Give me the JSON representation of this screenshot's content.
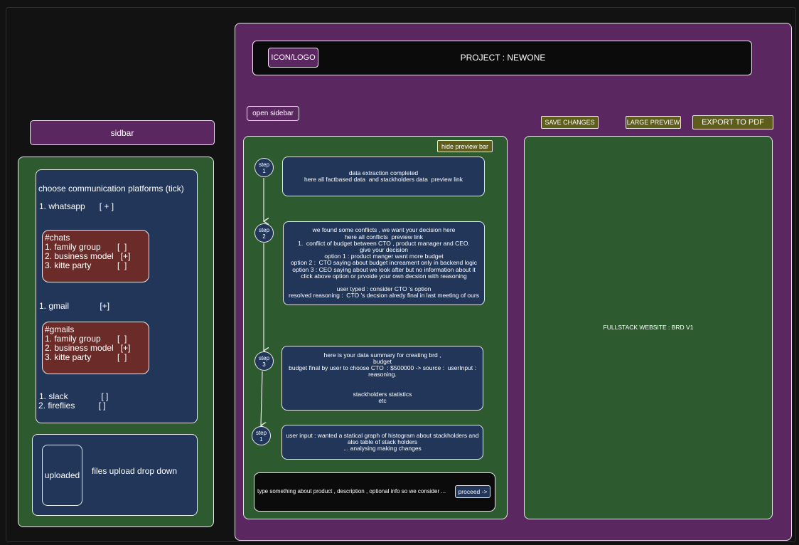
{
  "sidebar": {
    "title": "sidbar",
    "platforms_title": "choose communication platforms (tick)",
    "whatsapp": "1. whatsapp      [ + ]",
    "chats": {
      "header": "#chats",
      "items": [
        "1. family group       [  ]",
        "2. business model   [+]",
        "3. kitte party           [  ]"
      ]
    },
    "gmail": "1. gmail             [+]",
    "gmails": {
      "header": "#gmails",
      "items": [
        "1. family group       [  ]",
        "2. business model   [+]",
        "3. kitte party           [  ]"
      ]
    },
    "slack": "1. slack              [ ]",
    "fireflies": "2. fireflies          [ ]",
    "uploaded_label": "uploaded",
    "upload_text": "files upload  drop down"
  },
  "header": {
    "logo_label": "ICON/LOGO",
    "project_title": "PROJECT : NEWONE"
  },
  "toolbar": {
    "open_sidebar": "open sidebar",
    "save_changes": "SAVE CHANGES",
    "large_preview": "LARGE PREVIEW",
    "export_pdf": "EXPORT TO PDF"
  },
  "workflow": {
    "hide_preview": "hide preview bar",
    "steps": [
      {
        "badge": "step\n1",
        "lines": [
          "data extraction completed",
          "here all factbased data  and stackholders data  preview link"
        ]
      },
      {
        "badge": "step\n2",
        "lines": [
          "we found some conflicts , we want your decision here",
          "here all conflicts  preview link",
          "1.  conflict of budget between CTO , product manager and CEO.",
          "give your decision",
          "option 1 : product manger want more budget",
          "option 2 :  CTO saying about budget increament only in backend logic",
          "option 3 : CEO saying about we look after but no information about it",
          "click above option or prvoide your own decsion with reasoning",
          "",
          "user typed : consider CTO 's option",
          "resolved reasoning :  CTO 's decsion alredy final in last meeting of ours"
        ]
      },
      {
        "badge": "step\n3",
        "lines": [
          "here is your data summary for creating brd ,",
          "budget",
          "budget final by user to choose CTO  : $500000 -> source :  userInput :",
          "reasoning.",
          "",
          "",
          "stackholders statistics",
          "etc"
        ]
      },
      {
        "badge": "step\n1",
        "lines": [
          "user input : wanted a statical graph of histogram about stackholders and",
          "also table of stack holders",
          "... analysing making changes"
        ]
      }
    ],
    "input_placeholder": "type something about product , description , optional info so we consider ...",
    "proceed": "proceed ->"
  },
  "preview": {
    "label": "FULLSTACK WEBSITE  : BRD V1"
  }
}
